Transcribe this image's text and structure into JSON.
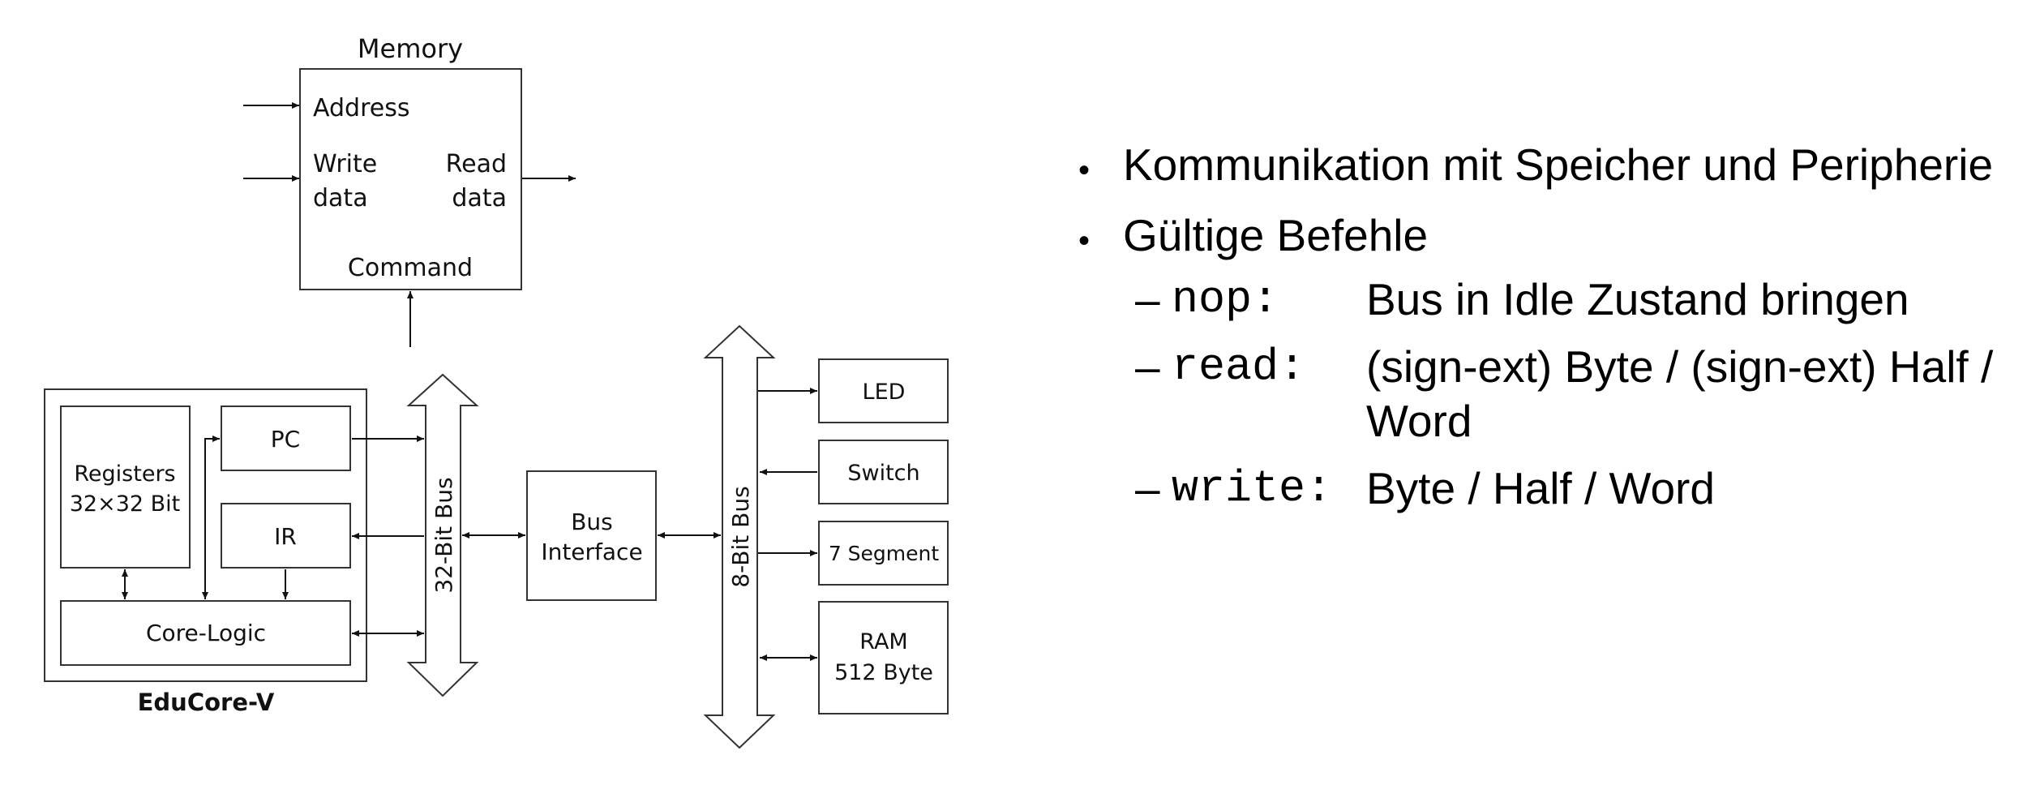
{
  "memory": {
    "title": "Memory",
    "address": "Address",
    "write_data": [
      "Write",
      "data"
    ],
    "read_data": [
      "Read",
      "data"
    ],
    "command": "Command"
  },
  "core": {
    "name": "EduCore-V",
    "registers": [
      "Registers",
      "32×32 Bit"
    ],
    "pc": "PC",
    "ir": "IR",
    "core_logic": "Core-Logic"
  },
  "bus32": "32-Bit Bus",
  "bus_interface": [
    "Bus",
    "Interface"
  ],
  "bus8": "8-Bit Bus",
  "peripherals": {
    "led": "LED",
    "switch": "Switch",
    "segment": "7 Segment",
    "ram": [
      "RAM",
      "512 Byte"
    ]
  },
  "bullets": [
    "Kommunikation mit Speicher und Peripherie",
    "Gültige Befehle"
  ],
  "commands": [
    {
      "dash": "–",
      "name": "nop:",
      "desc": "Bus in Idle Zustand bringen"
    },
    {
      "dash": "–",
      "name": "read:",
      "desc": "(sign-ext) Byte / (sign-ext) Half / Word"
    },
    {
      "dash": "–",
      "name": "write:",
      "desc": "Byte / Half / Word"
    }
  ]
}
